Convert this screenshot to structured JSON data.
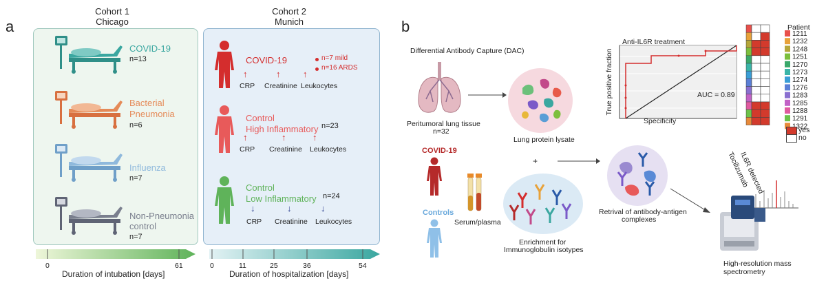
{
  "panel_a": {
    "label": "a",
    "cohort1": {
      "title_line1": "Cohort 1",
      "title_line2": "Chicago",
      "groups": [
        {
          "name": "COVID-19",
          "n": "n=13",
          "color": "#3aa7a0"
        },
        {
          "name_line1": "Bacterial",
          "name_line2": "Pneumonia",
          "n": "n=6",
          "color": "#e58a58"
        },
        {
          "name": "Influenza",
          "n": "n=7",
          "color": "#8fb9dc"
        },
        {
          "name_line1": "Non-Pneumonia",
          "name_line2": "control",
          "n": "n=7",
          "color": "#7a7f8e"
        }
      ]
    },
    "cohort2": {
      "title_line1": "Cohort 2",
      "title_line2": "Munich",
      "covid": {
        "name": "COVID-19",
        "color": "#d42d2d",
        "note1": "n=7 mild",
        "note2": "n=16 ARDS",
        "markers": [
          "CRP",
          "Creatinine",
          "Leukocytes"
        ]
      },
      "high": {
        "name_line1": "Control",
        "name_line2": "High Inflammatory",
        "color": "#e85a5a",
        "n": "n=23",
        "markers": [
          "CRP",
          "Creatinine",
          "Leukocytes"
        ]
      },
      "low": {
        "name_line1": "Control",
        "name_line2": "Low Inflammatory",
        "color": "#5fb35a",
        "n": "n=24",
        "markers": [
          "CRP",
          "Creatinine",
          "Leukocytes"
        ]
      }
    },
    "axis1": {
      "ticks": [
        "0",
        "61"
      ],
      "label": "Duration of intubation [days]"
    },
    "axis2": {
      "ticks": [
        "0",
        "11",
        "25",
        "36",
        "54"
      ],
      "label": "Duration of hospitalization [days]"
    }
  },
  "panel_b": {
    "label": "b",
    "dac_title": "Differential Antibody Capture (DAC)",
    "lung_label_line1": "Peritumoral lung tissue",
    "lung_label_line2": "n=32",
    "lysate_label": "Lung protein lysate",
    "covid_label": "COVID-19",
    "controls_label": "Controls",
    "serum_label": "Serum/plasma",
    "plus": "+",
    "enrich_line1": "Enrichment for",
    "enrich_line2": "Immunoglobulin isotypes",
    "retrieval_line1": "Retrival of antibody-antigen",
    "retrieval_line2": "complexes",
    "ms_label": "High-resolution mass spectrometry",
    "roc": {
      "title": "Anti-IL6R treatment",
      "xlabel": "Specificity",
      "ylabel": "True positive fraction",
      "auc": "AUC = 0.89"
    },
    "heatmap": {
      "patient_title": "Patient",
      "patients": [
        "1211",
        "1232",
        "1248",
        "1251",
        "1270",
        "1273",
        "1274",
        "1276",
        "1283",
        "1285",
        "1288",
        "1291",
        "1322"
      ],
      "patient_colors": [
        "#e8504b",
        "#e8a23a",
        "#b5a63a",
        "#7cbf3c",
        "#3aa86a",
        "#3ab5a8",
        "#3a9ed6",
        "#5a7fd6",
        "#8a6fd0",
        "#c262c6",
        "#e05aa0",
        "#6cc24a",
        "#e88a3a"
      ],
      "col1_label": "Tocilizumab",
      "col2_label": "IL6R detected",
      "col1": [
        0,
        0,
        1,
        1,
        0,
        0,
        0,
        0,
        0,
        0,
        1,
        1,
        1
      ],
      "col2": [
        0,
        1,
        1,
        1,
        0,
        0,
        0,
        0,
        0,
        0,
        1,
        1,
        1
      ],
      "legend_yes": "yes",
      "legend_no": "no",
      "yes_color": "#d33a2c"
    }
  }
}
